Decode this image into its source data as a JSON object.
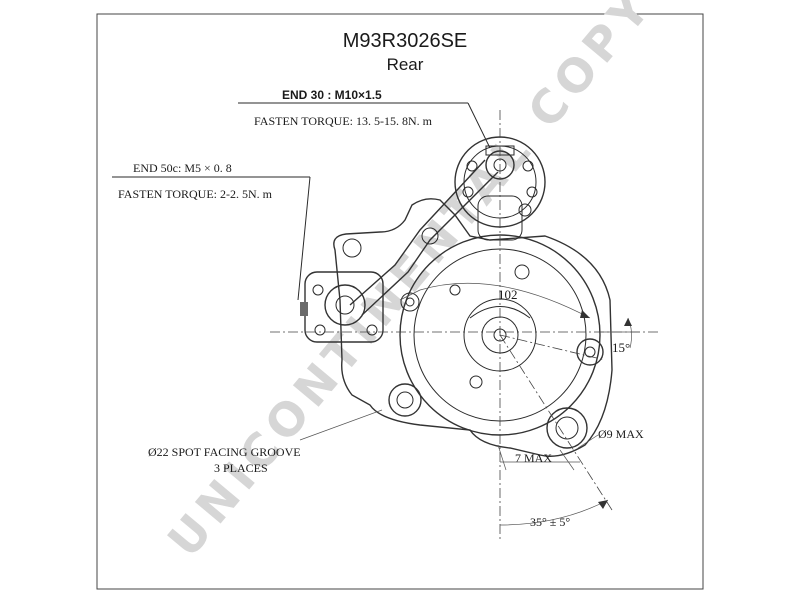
{
  "header": {
    "part_number": "M93R3026SE",
    "view": "Rear"
  },
  "callouts": {
    "end30_label": "END 30 : M10×1.5",
    "end30_torque": "FASTEN TORQUE: 13. 5-15. 8N. m",
    "end50c_label": "END 50c: M5 × 0. 8",
    "end50c_torque": "FASTEN TORQUE: 2-2. 5N. m",
    "groove_line1": "Ø22 SPOT FACING GROOVE",
    "groove_line2": "3 PLACES"
  },
  "dimensions": {
    "d102": "102",
    "angle15": "15°",
    "dia9": "Ø9 MAX",
    "max7": "7 MAX",
    "angle35": "35°  ± 5°"
  },
  "watermark": "UNICONTINENTAL COPY"
}
